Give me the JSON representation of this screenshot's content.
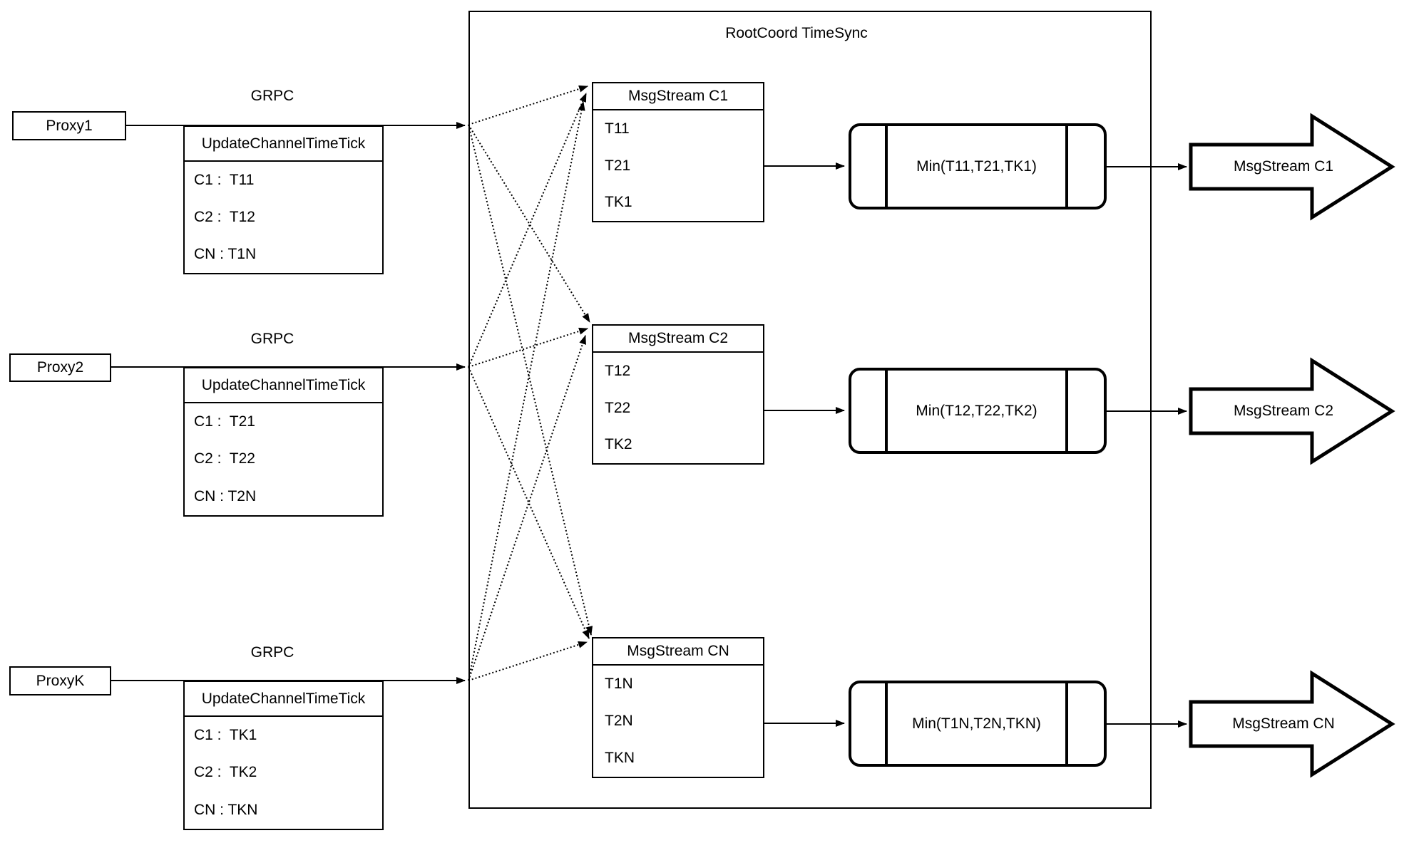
{
  "colors": {
    "ink": "#000000",
    "background": "#ffffff"
  },
  "rootcoord": {
    "title": "RootCoord TimeSync"
  },
  "proxies": [
    {
      "label": "Proxy1",
      "protocol": "GRPC",
      "message": {
        "header": "UpdateChannelTimeTick",
        "rows": [
          "C1 :  T11",
          "C2 :  T12",
          "CN : T1N"
        ]
      }
    },
    {
      "label": "Proxy2",
      "protocol": "GRPC",
      "message": {
        "header": "UpdateChannelTimeTick",
        "rows": [
          "C1 :  T21",
          "C2 :  T22",
          "CN : T2N"
        ]
      }
    },
    {
      "label": "ProxyK",
      "protocol": "GRPC",
      "message": {
        "header": "UpdateChannelTimeTick",
        "rows": [
          "C1 :  TK1",
          "C2 :  TK2",
          "CN : TKN"
        ]
      }
    }
  ],
  "channels": [
    {
      "stream": {
        "header": "MsgStream C1",
        "rows": [
          "T11",
          "T21",
          "TK1"
        ]
      },
      "min": "Min(T11,T21,TK1)",
      "output": "MsgStream C1"
    },
    {
      "stream": {
        "header": "MsgStream C2",
        "rows": [
          "T12",
          "T22",
          "TK2"
        ]
      },
      "min": "Min(T12,T22,TK2)",
      "output": "MsgStream C2"
    },
    {
      "stream": {
        "header": "MsgStream CN",
        "rows": [
          "T1N",
          "T2N",
          "TKN"
        ]
      },
      "min": "Min(T1N,T2N,TKN)",
      "output": "MsgStream CN"
    }
  ]
}
